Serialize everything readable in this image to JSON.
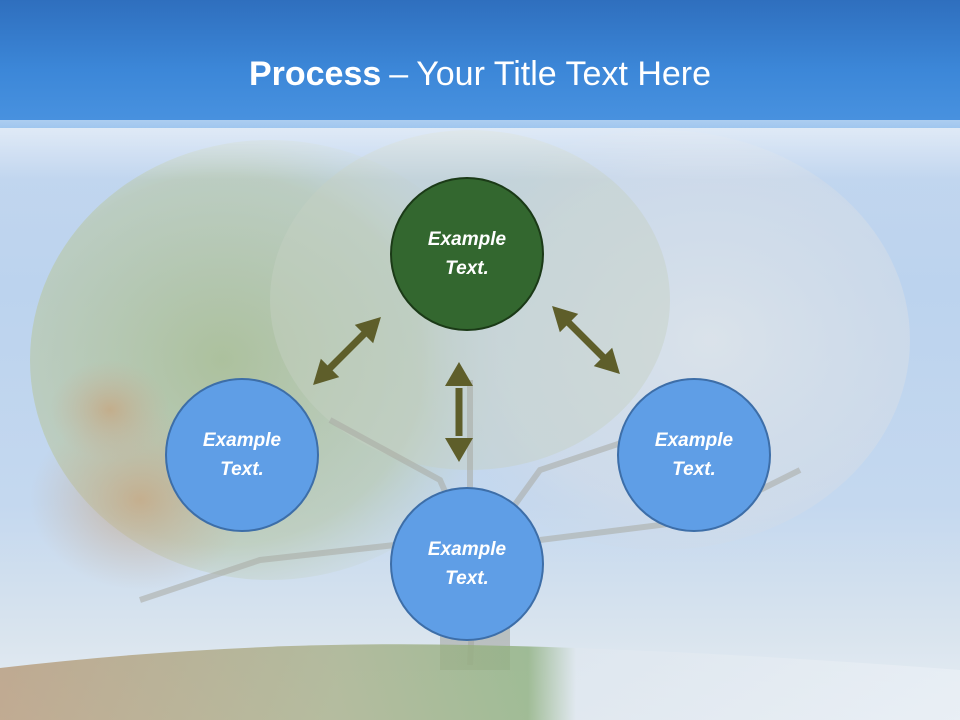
{
  "title": {
    "bold": "Process",
    "dash": "–",
    "rest": "Your Title Text Here"
  },
  "nodes": {
    "top": {
      "line1": "Example",
      "line2": "Text."
    },
    "left": {
      "line1": "Example",
      "line2": "Text."
    },
    "right": {
      "line1": "Example",
      "line2": "Text."
    },
    "bottom": {
      "line1": "Example",
      "line2": "Text."
    }
  },
  "colors": {
    "header": "#3c87d8",
    "top_node": "#33672f",
    "blue_node": "#5f9ee6",
    "arrow": "#5e5e2a"
  }
}
